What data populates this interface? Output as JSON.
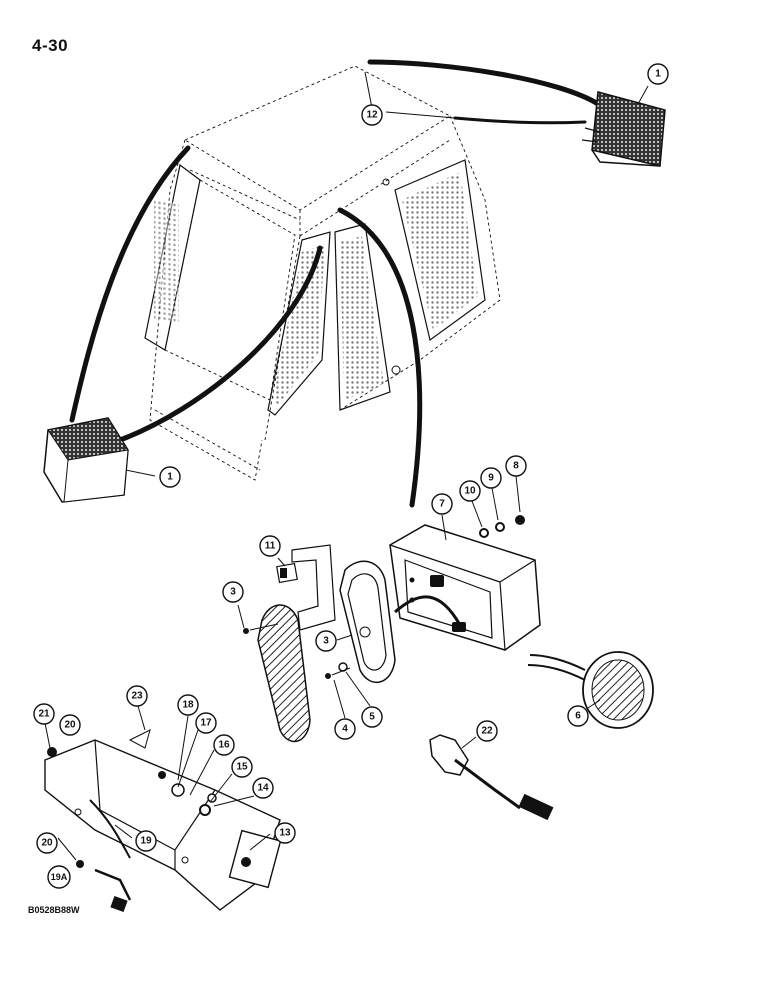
{
  "page": {
    "page_number": "4-30",
    "figure_code": "B0528B88W"
  },
  "callouts": [
    {
      "id": "c1a",
      "label": "1"
    },
    {
      "id": "c1b",
      "label": "1"
    },
    {
      "id": "c12",
      "label": "12"
    },
    {
      "id": "c7",
      "label": "7"
    },
    {
      "id": "c8",
      "label": "8"
    },
    {
      "id": "c9",
      "label": "9"
    },
    {
      "id": "c10",
      "label": "10"
    },
    {
      "id": "c11",
      "label": "11"
    },
    {
      "id": "c3a",
      "label": "3"
    },
    {
      "id": "c3b",
      "label": "3"
    },
    {
      "id": "c4",
      "label": "4"
    },
    {
      "id": "c5",
      "label": "5"
    },
    {
      "id": "c6",
      "label": "6"
    },
    {
      "id": "c22",
      "label": "22"
    },
    {
      "id": "c21",
      "label": "21"
    },
    {
      "id": "c20a",
      "label": "20"
    },
    {
      "id": "c23",
      "label": "23"
    },
    {
      "id": "c18",
      "label": "18"
    },
    {
      "id": "c17",
      "label": "17"
    },
    {
      "id": "c16",
      "label": "16"
    },
    {
      "id": "c15",
      "label": "15"
    },
    {
      "id": "c14",
      "label": "14"
    },
    {
      "id": "c13",
      "label": "13"
    },
    {
      "id": "c19",
      "label": "19"
    },
    {
      "id": "c20b",
      "label": "20"
    },
    {
      "id": "c19a",
      "label": "19A"
    }
  ]
}
